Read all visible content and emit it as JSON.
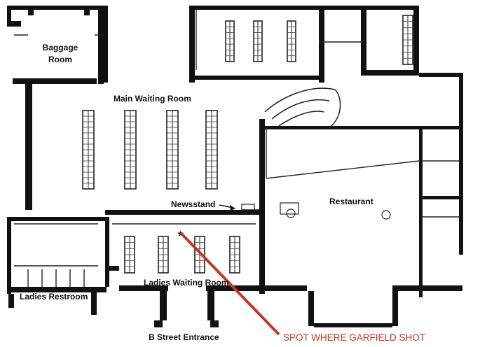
{
  "labels": {
    "baggage_line1": "Baggage",
    "baggage_line2": "Room",
    "main_waiting": "Main Waiting Room",
    "newsstand": "Newsstand",
    "restaurant": "Restaurant",
    "ladies_waiting": "Ladies Waiting Room",
    "ladies_restroom": "Ladies Restroom",
    "entrance": "B Street Entrance"
  },
  "callout": {
    "text": "SPOT WHERE GARFIELD SHOT",
    "color": "#c0392b"
  }
}
